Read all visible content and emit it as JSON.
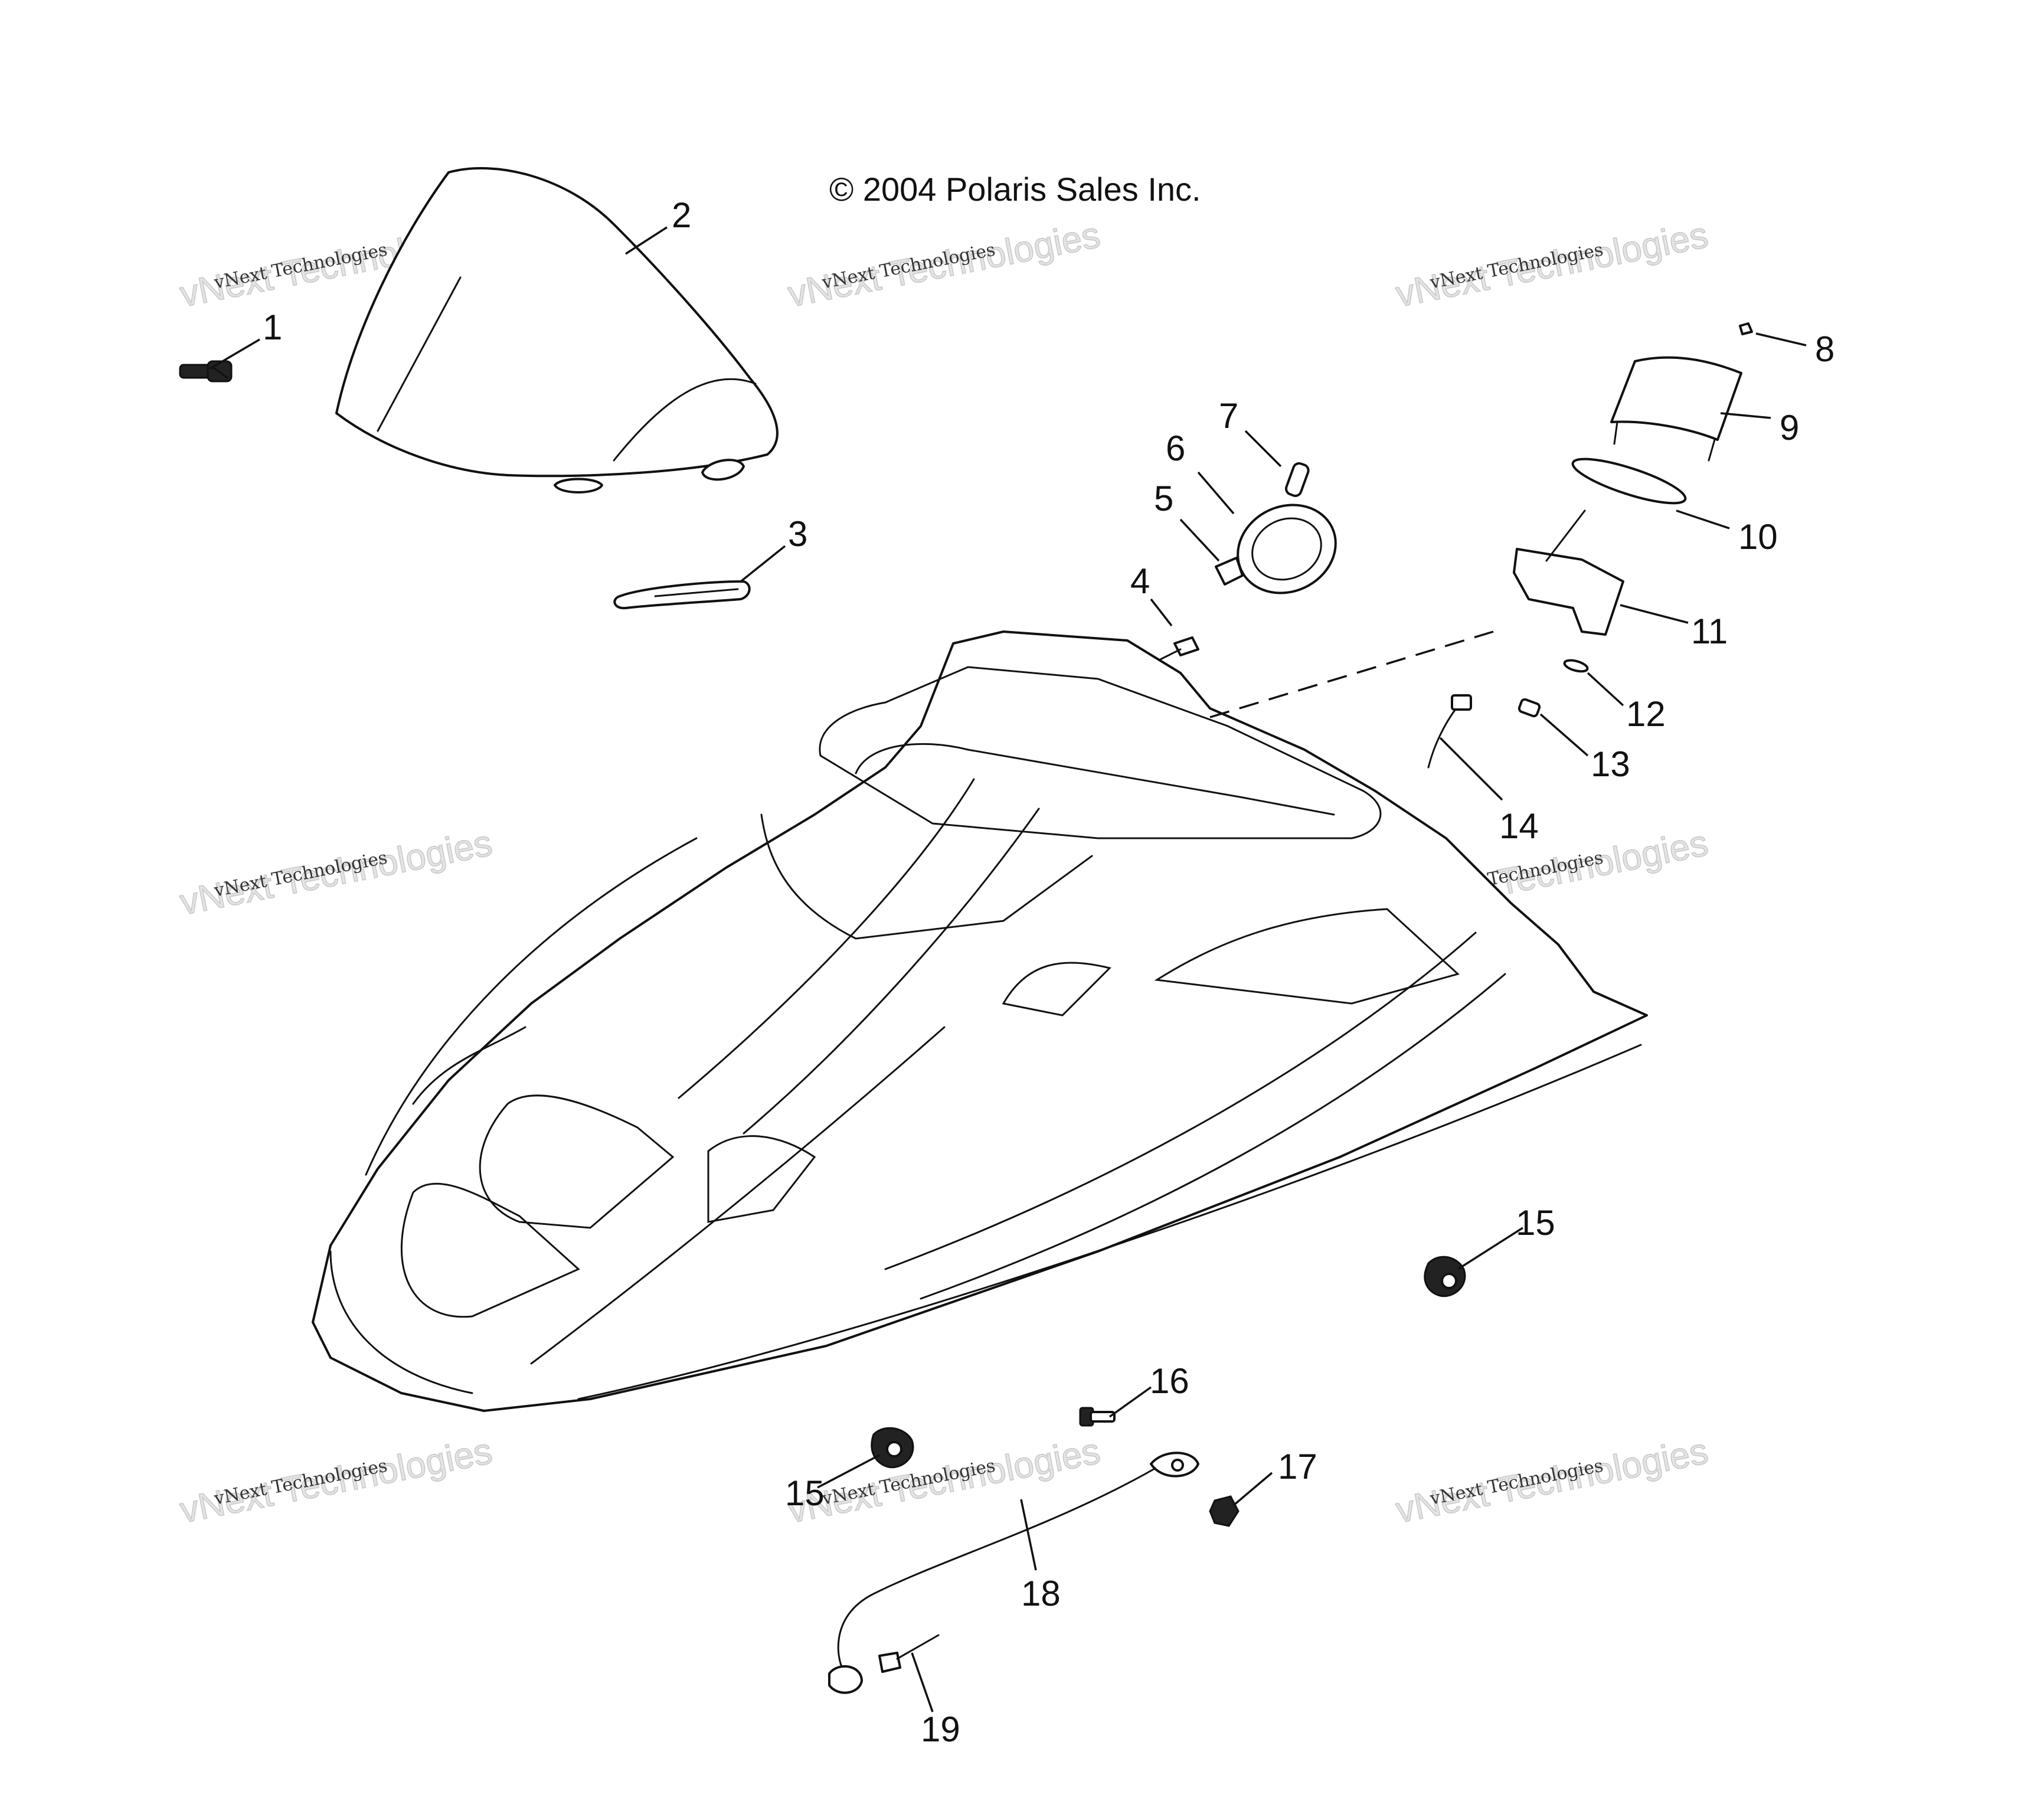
{
  "copyright": "© 2004 Polaris Sales Inc.",
  "watermark": {
    "main": "vNext Technologies",
    "sub": "vNext Technologies"
  },
  "callouts": [
    "1",
    "2",
    "3",
    "4",
    "5",
    "6",
    "7",
    "8",
    "9",
    "10",
    "11",
    "12",
    "13",
    "14",
    "15",
    "15",
    "16",
    "17",
    "18",
    "19"
  ],
  "colors": {
    "line": "#111111",
    "watermark": "#e4e4e4",
    "background": "#ffffff"
  }
}
